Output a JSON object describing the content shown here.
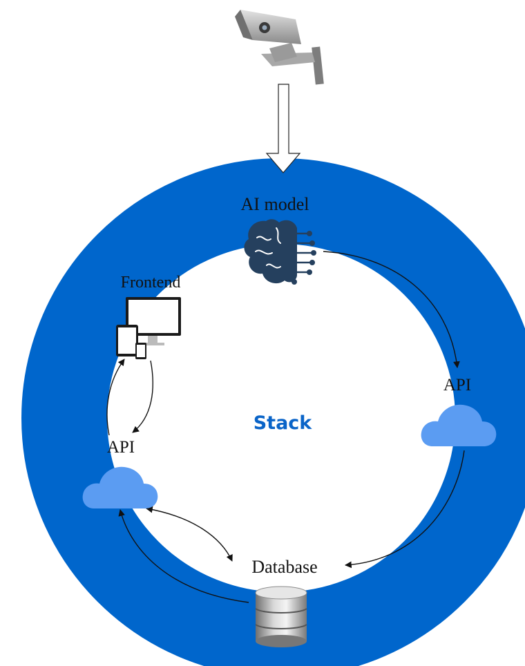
{
  "diagram": {
    "center_label": "Stack",
    "nodes": {
      "camera": {
        "icon": "security-camera-icon"
      },
      "ai_model": {
        "label": "AI model",
        "icon": "brain-circuit-icon"
      },
      "api_right": {
        "label": "API",
        "icon": "cloud-icon"
      },
      "database": {
        "label": "Database",
        "icon": "database-icon"
      },
      "api_left": {
        "label": "API",
        "icon": "cloud-icon"
      },
      "frontend": {
        "label": "Frontend",
        "icon": "devices-icon"
      }
    },
    "connections": [
      {
        "from": "camera",
        "to": "ai_model",
        "style": "hollow-arrow"
      },
      {
        "from": "ai_model",
        "to": "api_right",
        "style": "curved-arrow"
      },
      {
        "from": "api_right",
        "to": "database",
        "style": "curved-arrow"
      },
      {
        "from": "database",
        "to": "api_left",
        "style": "bidirectional-curved-arrow"
      },
      {
        "from": "api_left",
        "to": "frontend",
        "style": "curved-arrow"
      },
      {
        "from": "frontend",
        "to": "api_left",
        "style": "curved-arrow"
      }
    ]
  },
  "colors": {
    "ring": "#0066CC",
    "ring_inner": "#FFFFFF",
    "center_text": "#0A64C8",
    "cloud": "#5B9CF2",
    "brain": "#25405E",
    "arrow": "#111111"
  }
}
